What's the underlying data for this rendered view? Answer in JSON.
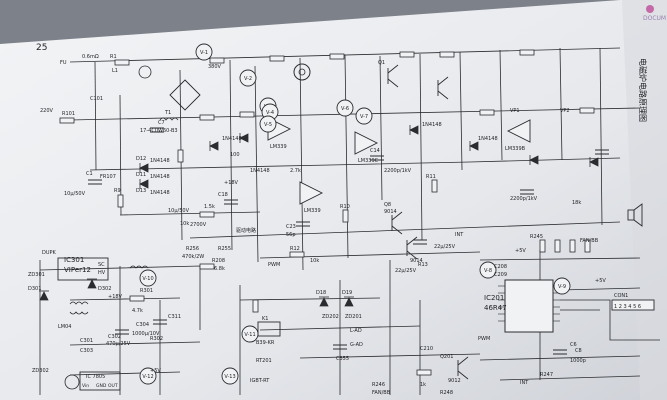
{
  "page_number": "25",
  "side_title": "电磁炉电路原理图",
  "watermark": "DOCUM",
  "ics": {
    "ic301_name": "IC301",
    "ic301_part": "VIPer12",
    "ic201_name": "IC201",
    "ic201_part": "46R47",
    "reg_name": "IC 7805",
    "con_name": "CON1"
  },
  "opamps": {
    "a": "LM339",
    "b": "LM339C",
    "c": "LM339",
    "d": "LM339B"
  },
  "nodes": [
    "V-1",
    "V-2",
    "V-3",
    "V-4",
    "V-5",
    "V-6",
    "V-7",
    "V-8",
    "V-9",
    "V-10",
    "V-11",
    "V-12",
    "V-13"
  ],
  "labels": {
    "r_in": "0.6mΩ",
    "d1": "1N4148",
    "d2": "1N4148",
    "d3": "1N4148",
    "d4": "1N4148",
    "d5": "1N4148",
    "d6": "1N4148",
    "d7": "1N4148",
    "fr": "FR107",
    "c_a": "10μ/50V",
    "c_b": "10μ/50V",
    "c_c": "2200p/1kV",
    "c_d": "2200p/1kV",
    "c_e": "22μ/25V",
    "c_f": "22μ/25V",
    "c_g": "470μ/25V",
    "c_h": "1000μ/10V",
    "c_i": "1000p",
    "c_j": "56p",
    "r_a": "1.5k",
    "r_b": "10k",
    "r_c": "470k/2W",
    "r_d": "6.8k",
    "r_e": "2.7k",
    "r_f": "10k",
    "r_g": "1k",
    "r_h": "4.7k",
    "r_i": "18k",
    "r_j": "100",
    "q_a": "9014",
    "q_b": "9014",
    "q_c": "9012",
    "pwm": "PWM",
    "v18": "+18V",
    "v5a": "+5V",
    "v5b": "+5V",
    "v5c": "+5V",
    "v18b": "+18V",
    "fan": "FAN/BB",
    "fan2": "FAN/BB",
    "lad": "L-AD",
    "gad": "G-AD",
    "int": "INT",
    "igbt": "IGBT-RT",
    "rt": "RT201",
    "zd": "ZD202",
    "zd2": "ZD201",
    "lm": "LM04",
    "l1": "L1",
    "t1": "T1",
    "fu": "FU",
    "r101": "R101",
    "c101": "C101",
    "ra": "R256",
    "rb": "R208",
    "rc": "R255",
    "r10": "R10",
    "r11": "R11",
    "r12": "R12",
    "r13": "R13",
    "q1": "Q1",
    "q8": "Q8",
    "c7": "C7",
    "c8": "C8",
    "c14": "C14",
    "c23": "C23",
    "c18": "C18",
    "c355": "C355",
    "d18": "D18",
    "d19": "D19",
    "b39": "B39-KR",
    "k1": "K1",
    "vin": "Vin",
    "gnd": "GND",
    "out": "OUT",
    "r9": "R9",
    "d11": "D11",
    "d12": "D12",
    "d13": "D13",
    "c1": "C1",
    "r1": "R1",
    "vh": "380V",
    "x220": "220V",
    "n1": "2700V",
    "sec": "17-4C0W60-B3",
    "q201": "Q201",
    "c208": "C208",
    "c209": "C209",
    "c210": "C210",
    "r245": "R245",
    "r246": "R246",
    "r247": "R247",
    "r248": "R248",
    "c6": "C6",
    "c301": "C301",
    "c302": "C302",
    "c303": "C303",
    "c304": "C304",
    "c311": "C311",
    "r301": "R301",
    "r302": "R302",
    "d301": "D301",
    "d302": "D302",
    "zd301": "ZD301",
    "zd302": "ZD302",
    "dupk": "DUPK",
    "drain": "驱动电路",
    "pwm2": "PWM",
    "sc": "SC",
    "hv": "HV",
    "vp1": "VP1",
    "vp2": "VP2",
    "int2": "INT",
    "pin": "1 2 3 4 5 6"
  }
}
